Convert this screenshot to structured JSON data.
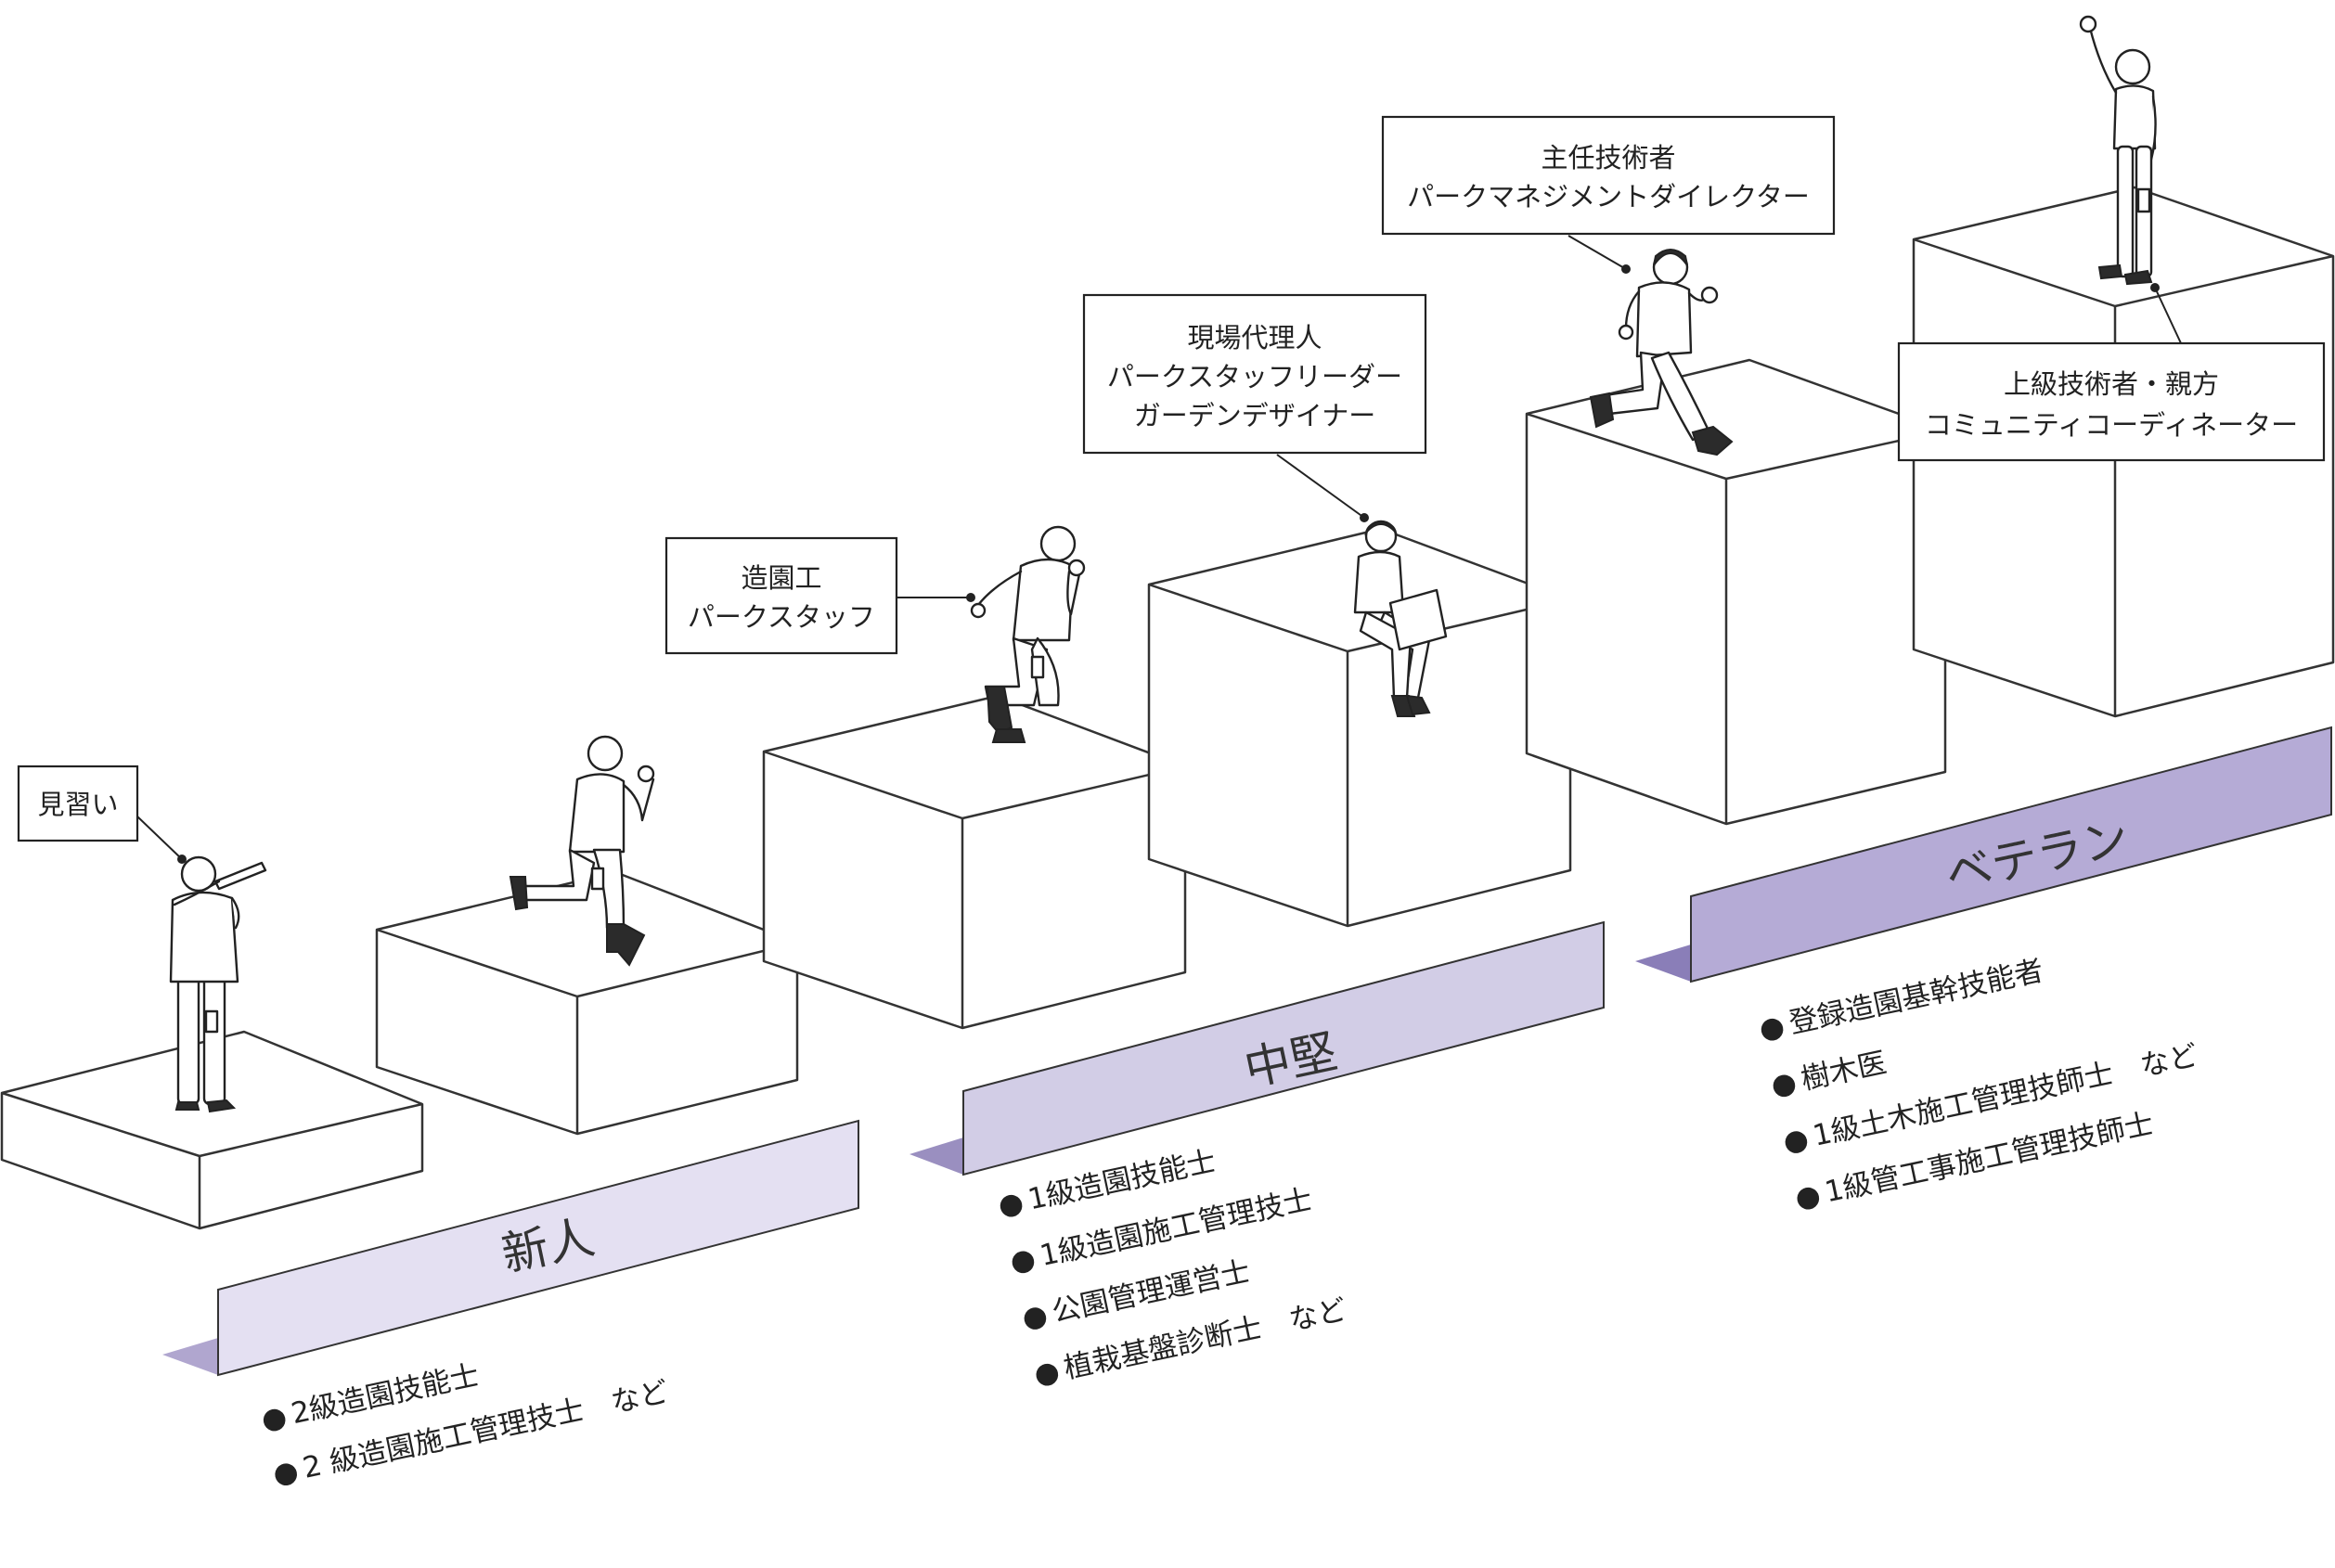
{
  "stages": [
    {
      "id": "shinjin",
      "title": "新人",
      "band_color": "#e4e0f2",
      "band_shadow": "#b0a6cf",
      "certifications": [
        "2級造園技能士",
        "2 級造園施工管理技士　など"
      ]
    },
    {
      "id": "chuken",
      "title": "中堅",
      "band_color": "#d2cde6",
      "band_shadow": "#9a8fc0",
      "certifications": [
        "1級造園技能士",
        "1級造園施工管理技士",
        "公園管理運営士",
        "植栽基盤診断士　など"
      ]
    },
    {
      "id": "veteran",
      "title": "ベテラン",
      "band_color": "#b5abd6",
      "band_shadow": "#8a7eb8",
      "certifications": [
        "登録造園基幹技能者",
        "樹木医",
        "1級土木施工管理技師士　など",
        "1級管工事施工管理技師士"
      ]
    }
  ],
  "roles": [
    {
      "id": "minarai",
      "lines": [
        "見習い"
      ]
    },
    {
      "id": "zoenkou",
      "lines": [
        "造園工",
        "パークスタッフ"
      ]
    },
    {
      "id": "genba",
      "lines": [
        "現場代理人",
        "パークスタッフリーダー",
        "ガーデンデザイナー"
      ]
    },
    {
      "id": "shunin",
      "lines": [
        "主任技術者",
        "パークマネジメントダイレクター"
      ]
    },
    {
      "id": "jokyu",
      "lines": [
        "上級技術者・親方",
        "コミュニティコーディネーター"
      ]
    }
  ],
  "bullet_glyph": "●"
}
